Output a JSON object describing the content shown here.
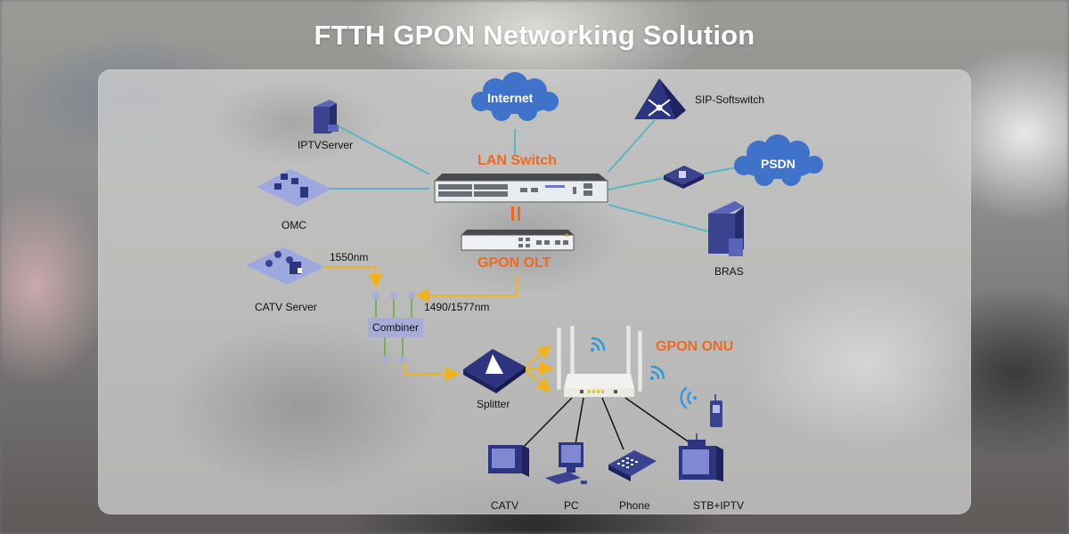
{
  "title": "FTTH GPON Networking Solution",
  "nodes": {
    "internet": "Internet",
    "lan_switch": "LAN Switch",
    "sip_softswitch": "SIP-Softswitch",
    "iptv_server": "IPTVServer",
    "omc": "OMC",
    "psdn": "PSDN",
    "bras": "BRAS",
    "gpon_olt": "GPON OLT",
    "catv_server": "CATV Server",
    "combiner": "Combiner",
    "splitter": "Splitter",
    "gpon_onu": "GPON ONU",
    "catv": "CATV",
    "pc": "PC",
    "phone": "Phone",
    "stb_iptv": "STB+IPTV"
  },
  "wavelengths": {
    "catv": "1550nm",
    "olt": "1490/1577nm"
  },
  "colors": {
    "title": "#ffffff",
    "orange_label": "#ee6a22",
    "cloud": "#3f72c9",
    "device_blue": "#363f8c",
    "link_teal": "#5bb5c4",
    "fiber_yellow": "#f2b21b",
    "combiner_fill": "#a7acd9",
    "wifi_blue": "#2f9bdc"
  }
}
